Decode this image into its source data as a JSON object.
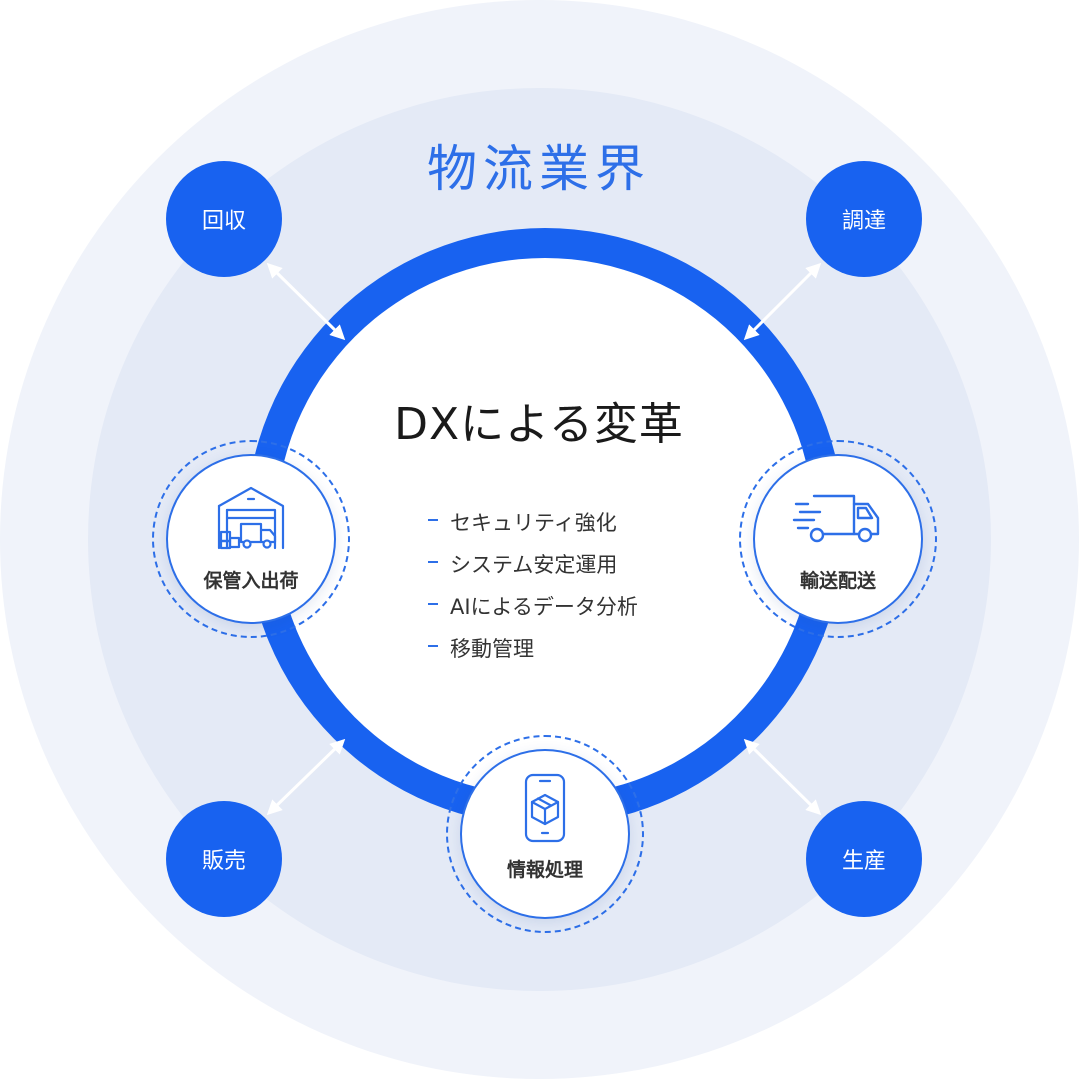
{
  "industry_title": "物流業界",
  "dx_title": "DXによる変革",
  "dx_points": [
    "セキュリティ強化",
    "システム安定運用",
    "AIによるデータ分析",
    "移動管理"
  ],
  "stages": {
    "top_left": "回収",
    "top_right": "調達",
    "bottom_left": "販売",
    "bottom_right": "生産"
  },
  "hubs": {
    "left": {
      "label": "保管入出荷",
      "icon": "warehouse-icon"
    },
    "right": {
      "label": "輸送配送",
      "icon": "delivery-truck-icon"
    },
    "bottom": {
      "label": "情報処理",
      "icon": "smartphone-package-icon"
    }
  },
  "colors": {
    "primary_blue": "#1862f0",
    "accent_blue": "#2d6fe8",
    "outer_ring": "#f0f3fa",
    "mid_ring": "#e4eaf6"
  }
}
